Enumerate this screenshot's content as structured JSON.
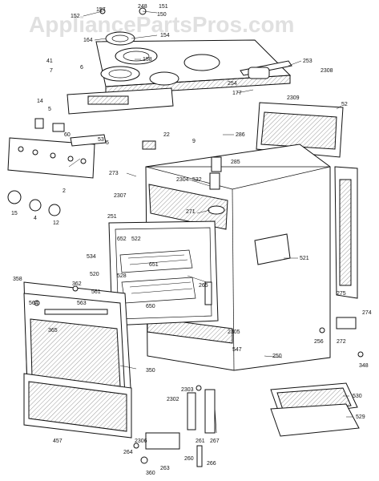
{
  "watermark": "AppliancePartsPros.com",
  "labels": {
    "l248": "248",
    "l157": "157",
    "l151": "151",
    "l152": "152",
    "l150": "150",
    "l164": "164",
    "l154": "154",
    "l158": "158",
    "l41": "41",
    "l7": "7",
    "l6": "6",
    "l253": "253",
    "l254": "254",
    "l177": "177",
    "l2308": "2308",
    "l2309": "2309",
    "l52": "52",
    "l14": "14",
    "l5a": "5",
    "l60": "60",
    "l53": "53",
    "l5b": "5",
    "l9": "9",
    "l22": "22",
    "l286": "286",
    "l2": "2",
    "l15": "15",
    "l4": "4",
    "l12": "12",
    "l273": "273",
    "l2307": "2307",
    "l2304": "2304",
    "l285": "285",
    "l532": "532",
    "l271": "271",
    "l251": "251",
    "l652": "652",
    "l522": "522",
    "l651": "651",
    "l534": "534",
    "l520": "520",
    "l528": "528",
    "l650": "650",
    "l265": "265",
    "l521": "521",
    "l358": "358",
    "l362": "362",
    "l561": "561",
    "l564": "564",
    "l563": "563",
    "l365": "365",
    "l350": "350",
    "l275": "275",
    "l274": "274",
    "l2305": "2305",
    "l256": "256",
    "l272": "272",
    "l547": "547",
    "l250": "250",
    "l348": "348",
    "l2303": "2303",
    "l2302": "2302",
    "l530": "530",
    "l529": "529",
    "l457": "457",
    "l261": "261",
    "l267": "267",
    "l2306": "2306",
    "l260": "260",
    "l264": "264",
    "l263": "263",
    "l266": "266",
    "l360": "360"
  }
}
